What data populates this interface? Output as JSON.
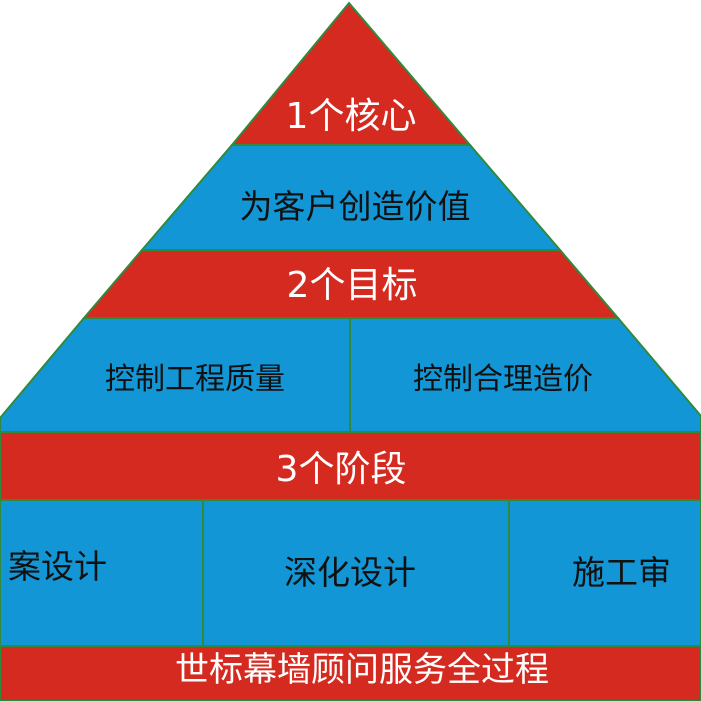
{
  "colors": {
    "red": "#d42a1f",
    "blue": "#1296d6",
    "line": "#2f8a3c"
  },
  "pyramid": {
    "core": "1个核心",
    "core_value": "为客户创造价值",
    "goals": "2个目标",
    "goal_1": "控制工程质量",
    "goal_2": "控制合理造价",
    "stages": "3个阶段",
    "stage_1": "案设计",
    "stage_2": "深化设计",
    "stage_3": "施工审",
    "footer": "世标幕墙顾问服务全过程"
  }
}
